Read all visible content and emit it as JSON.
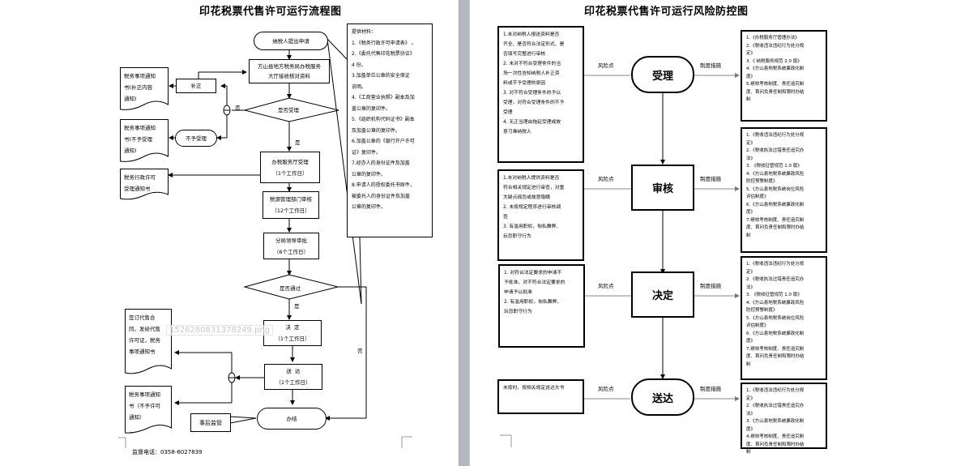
{
  "left_page": {
    "title": "印花税票代售许可运行流程图",
    "start": "纳税人提出申请",
    "receive": [
      "方山县地方税务局办税服务",
      "大厅接收核对资料"
    ],
    "decision_accept": "是否受理",
    "branch_no": "否",
    "branch_yes": "是",
    "supplement": "补正",
    "supplement_notice": [
      "税务事项通知",
      "书(补正内容",
      "通知)"
    ],
    "reject": "不予受理",
    "reject_notice": [
      "税务事项通知",
      "书(不予受理",
      "通知)"
    ],
    "hall_accept": [
      "办税服务厅受理",
      "（1个工作日）"
    ],
    "accept_notice": [
      "税务行政许可",
      "受理通知书"
    ],
    "review": [
      "税源管理部门审核",
      "（12个工作日）"
    ],
    "approve": [
      "分局领导审批",
      "（6个工作日）"
    ],
    "decision_pass": "是否通过",
    "pass_yes": "是",
    "pass_no": "否",
    "decide": [
      "决  定",
      "（1个工作日）"
    ],
    "deliver": [
      "送  达",
      "（1个工作日）"
    ],
    "contract_notice": [
      "签订代售合",
      "同，发给代售",
      "许可证，税务",
      "事项通知书"
    ],
    "deny_notice": [
      "税务事项通知",
      "书（不予许可",
      "通知）"
    ],
    "finish": "办结",
    "post_supervision": "事后监管",
    "materials": [
      "提供材料：",
      "1.《税务行政许可申请表》 。",
      "2.《委托代售印花税票协议》",
      "4 份。",
      "3.加盖单位公章的安全保证",
      "说明。",
      "4.《工商营业执照》副本及加",
      "盖公章的复印件。",
      "5.《组织机构代码证书》副本",
      "及加盖公章的复印件。",
      "6.加盖公章的《银行开户许可",
      "证》复印件。",
      "7.经办人的身份证件及加盖",
      "公章的复印件。",
      "8.申请人的授权委托书原件，",
      "被委托人的身份证件及加盖",
      "公章的复印件。"
    ],
    "phone": "监督电话：0358-6027839",
    "watermark": "1526280831378249.png"
  },
  "right_page": {
    "title": "印花税票代售许可运行风险防控图",
    "risk_label": "风险点",
    "measure_label": "制度措施",
    "stages": [
      {
        "name": "受理",
        "risks": "1.未对纳税人报送资料是否\n齐全、是否符合法定形式、是\n否填写完整进行审核\n2. 未对不符合受理条件的当\n场一次性告知纳税人补正资\n料或不予受理的原因\n3. 对不符合受理条件的予以\n受理，对符合受理条件的不予\n受理\n4. 无正当理由拖延受理或故\n意刁难纳税人",
        "measures": "1.《办税服务厅管理办法》\n2.《税收违法违纪行为处分规\n定》\n3.《 纳税服务规范 2.0 版》\n4.《方山县地税系统廉政化制\n度》\n5.绩效考核制度、责任追究制\n度、首问负责任制和限时办结\n制"
      },
      {
        "name": "审核",
        "risks": "1.未对纳税人提供资料是否\n符合相关规定进行审查，对重\n大疑点疏忽或故意隐瞒\n2. 未按规定程序进行审核调\n查\n3. 有滥用职权，徇私舞弊、\n玩忽职守行为",
        "measures": "1.《税收违法违纪行为处分规\n定》\n2.《税收执法过错责任追究办\n法》\n3. 《税收征管规范 1.0 版》\n4.《方山县地税系统廉政风险\n防控预警制度》\n5.《方山县地税系统岗位风险\n评估制度》\n6.《方山县地税系统廉政化制\n度》\n7.绩效考核制度、责任追究制\n度、首问负责任制和限时办结\n制"
      },
      {
        "name": "决定",
        "risks": "1. 对符合法定要求的申请不\n予批准，对不符合法定要求的\n申请予以批准\n2. 有滥用职权，徇私舞弊、\n玩忽职守行为",
        "measures": "1.《税收违法违纪行为处分规\n定》\n2.《税收执法过错责任追究办\n法》\n3. 《税收征管规范 1.0 版》\n4.《方山县地税系统廉政风险\n防控预警制度》\n5.《方山县地税系统岗位风险\n评估制度》\n6.《方山县地税系统廉政化制\n度》\n7.绩效考核制度、责任追究制\n度、首问负责任制和限时办结\n制"
      },
      {
        "name": "送达",
        "risks": "未按时、按相关规定送达文书",
        "measures": "1.《税收违法违纪行为处分规\n定》\n2.《税收执法过错责任追究办\n法》\n3.《方山县地税系统廉政化制\n度》\n4.绩效考核制度、责任追究制\n度、首问负责任制和限时办结\n制"
      }
    ]
  }
}
